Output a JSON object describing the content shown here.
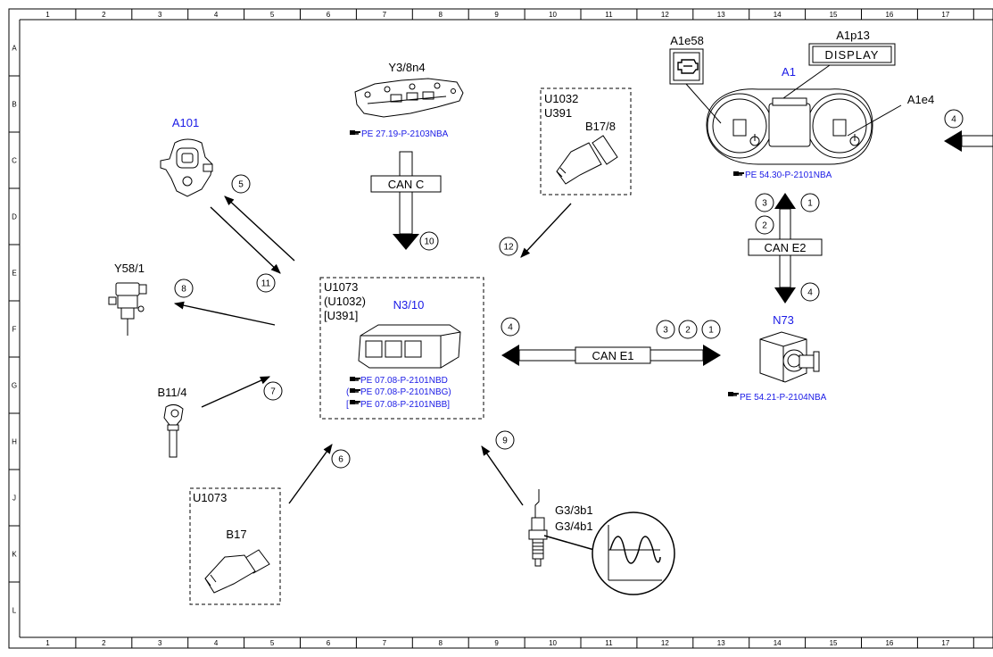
{
  "grid": {
    "columns": [
      "1",
      "2",
      "3",
      "4",
      "5",
      "6",
      "7",
      "8",
      "9",
      "10",
      "11",
      "12",
      "13",
      "14",
      "15",
      "16",
      "17"
    ],
    "rows": [
      "A",
      "B",
      "C",
      "D",
      "E",
      "F",
      "G",
      "H",
      "J",
      "K",
      "L"
    ]
  },
  "components": {
    "y3_8n4": {
      "label": "Y3/8n4",
      "ref": "PE 27.19-P-2103NBA"
    },
    "a101": {
      "label": "A101"
    },
    "y58_1": {
      "label": "Y58/1"
    },
    "b11_4": {
      "label": "B11/4"
    },
    "b17_8": {
      "label": "B17/8",
      "variants": [
        "U1032",
        "U391"
      ]
    },
    "b17": {
      "label": "B17",
      "variants": [
        "U1073"
      ]
    },
    "n3_10": {
      "label": "N3/10",
      "variants": [
        "U1073",
        "(U1032)",
        "[U391]"
      ],
      "refs": [
        "PE 07.08-P-2101NBD",
        "PE 07.08-P-2101NBG)",
        "PE 07.08-P-2101NBB]"
      ],
      "ref_brackets": [
        "",
        "(",
        "["
      ]
    },
    "g3": {
      "labels": [
        "G3/3b1",
        "G3/4b1"
      ]
    },
    "a1": {
      "label": "A1",
      "ref": "PE 54.30-P-2101NBA"
    },
    "a1e58": {
      "label": "A1e58"
    },
    "a1p13": {
      "label": "A1p13",
      "display_text": "DISPLAY"
    },
    "a1e4": {
      "label": "A1e4"
    },
    "n73": {
      "label": "N73",
      "ref": "PE 54.21-P-2104NBA"
    }
  },
  "buses": {
    "can_c": "CAN C",
    "can_e1": "CAN E1",
    "can_e2": "CAN E2"
  },
  "signals": {
    "s1": "1",
    "s2": "2",
    "s3": "3",
    "s4": "4",
    "s5": "5",
    "s6": "6",
    "s7": "7",
    "s8": "8",
    "s9": "9",
    "s10": "10",
    "s11": "11",
    "s12": "12",
    "e1_3": "3",
    "e1_2": "2",
    "e1_1": "1",
    "e1_4": "4",
    "e2_3": "3",
    "e2_2": "2",
    "e2_1": "1",
    "e2_4": "4",
    "right_4": "4"
  },
  "colors": {
    "line": "#000000",
    "component_label": "#1a1ae6",
    "reference": "#1a1ae6"
  }
}
